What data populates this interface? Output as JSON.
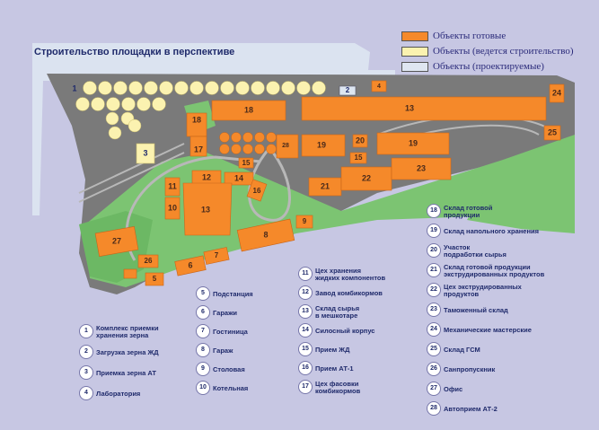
{
  "title": "Строительство площадки в перспективе",
  "legend": [
    {
      "label": "Объекты готовые",
      "color": "#f5892a"
    },
    {
      "label": "Объекты (ведется строительство)",
      "color": "#fbf2b0"
    },
    {
      "label": "Объекты (проектируемые)",
      "color": "#dfe6f1"
    }
  ],
  "colors": {
    "ready": "#f5892a",
    "construction": "#fbf2b0",
    "planned": "#dde6f1",
    "road": "#7a7a7a",
    "green": "#7cc472"
  },
  "site_labels": {
    "b1": "1",
    "b2": "2",
    "b3": "3",
    "b4": "4",
    "b5": "5",
    "b6": "6",
    "b7": "7",
    "b8": "8",
    "b9": "9",
    "b10": "10",
    "b11": "11",
    "b12": "12",
    "b13a": "13",
    "b13b": "13",
    "b14": "14",
    "b15a": "15",
    "b15b": "15",
    "b16": "16",
    "b17": "17",
    "b18a": "18",
    "b18b": "18",
    "b19a": "19",
    "b19b": "19",
    "b20": "20",
    "b21": "21",
    "b22": "22",
    "b23": "23",
    "b24": "24",
    "b25": "25",
    "b26": "26",
    "b27": "27",
    "b28": "28"
  },
  "items": [
    {
      "num": "1",
      "text": "Комплекс приемки\nхранения зерна"
    },
    {
      "num": "2",
      "text": "Загрузка зерна ЖД"
    },
    {
      "num": "3",
      "text": "Приемка зерна АТ"
    },
    {
      "num": "4",
      "text": "Лаборатория"
    },
    {
      "num": "5",
      "text": "Подстанция"
    },
    {
      "num": "6",
      "text": "Гаражи"
    },
    {
      "num": "7",
      "text": "Гостиница"
    },
    {
      "num": "8",
      "text": "Гараж"
    },
    {
      "num": "9",
      "text": "Столовая"
    },
    {
      "num": "10",
      "text": "Котельная"
    },
    {
      "num": "11",
      "text": "Цех хранения\nжидких компонентов"
    },
    {
      "num": "12",
      "text": "Завод комбикормов"
    },
    {
      "num": "13",
      "text": "Склад сырья\nв мешкотаре"
    },
    {
      "num": "14",
      "text": "Силосный корпус"
    },
    {
      "num": "15",
      "text": "Прием ЖД"
    },
    {
      "num": "16",
      "text": "Прием АТ-1"
    },
    {
      "num": "17",
      "text": "Цех фасовки\nкомбикормов"
    },
    {
      "num": "18",
      "text": "Склад готовой\nпродукции"
    },
    {
      "num": "19",
      "text": "Склад напольного хранения"
    },
    {
      "num": "20",
      "text": "Участок\nподработки сырья"
    },
    {
      "num": "21",
      "text": "Склад готовой продукции\nэкструдированных продуктов"
    },
    {
      "num": "22",
      "text": "Цех экструдированных\nпродуктов"
    },
    {
      "num": "23",
      "text": "Таможенный склад"
    },
    {
      "num": "24",
      "text": "Механические мастерские"
    },
    {
      "num": "25",
      "text": "Склад ГСМ"
    },
    {
      "num": "26",
      "text": "Санпропускник"
    },
    {
      "num": "27",
      "text": "Офис"
    },
    {
      "num": "28",
      "text": "Автоприем АТ-2"
    }
  ]
}
